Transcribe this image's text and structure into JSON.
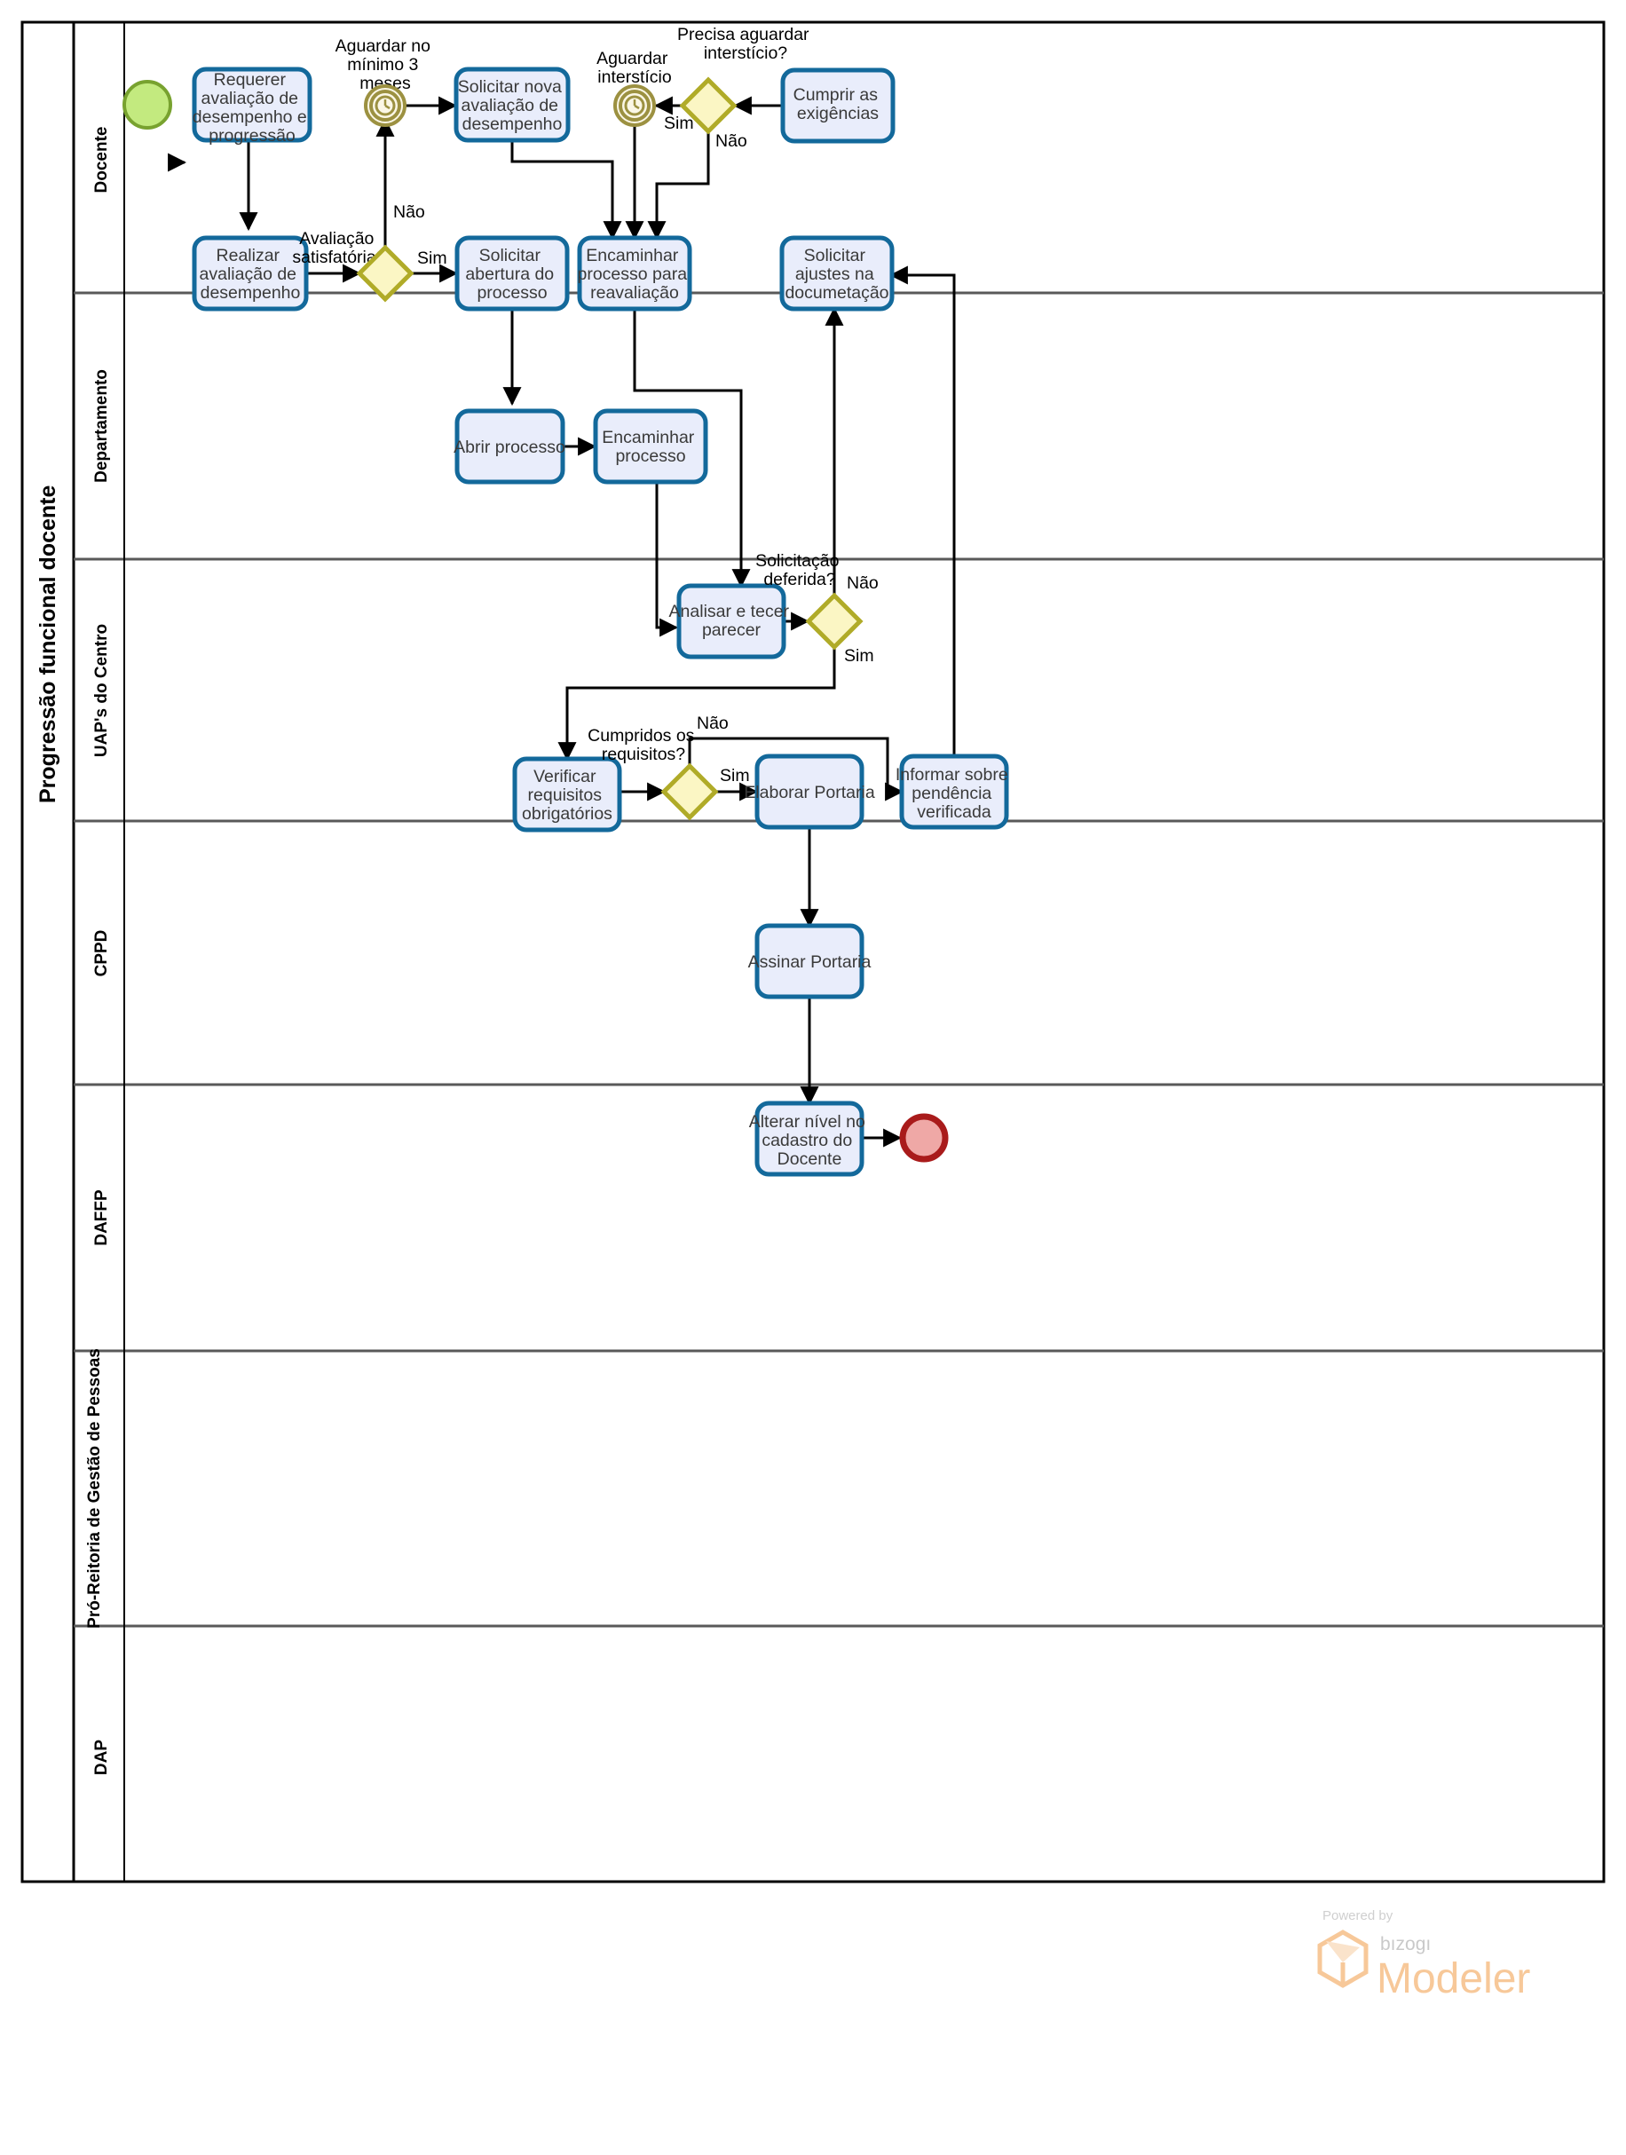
{
  "pool": {
    "title": "Progressão funcional docente"
  },
  "lanes": [
    {
      "id": "docente",
      "label": "Docente"
    },
    {
      "id": "departamento",
      "label": "Departamento"
    },
    {
      "id": "uaps",
      "label": "UAP's do Centro"
    },
    {
      "id": "cppd",
      "label": "CPPD"
    },
    {
      "id": "daffp",
      "label": "DAFFP"
    },
    {
      "id": "progep",
      "label": "Pró-Reitoria de Gestão de Pessoas"
    },
    {
      "id": "dap",
      "label": "DAP"
    }
  ],
  "events": {
    "start": {
      "name": "start-event",
      "label": ""
    },
    "timer1": {
      "name": "timer-event-3-meses",
      "label_lines": [
        "Aguardar no",
        "mínimo 3",
        "meses"
      ]
    },
    "timer2": {
      "name": "timer-event-intersticio",
      "label_lines": [
        "Aguardar",
        "interstício"
      ]
    },
    "end": {
      "name": "end-event",
      "label": ""
    }
  },
  "tasks": {
    "t_requerer": {
      "lines": [
        "Requerer",
        "avaliação de",
        "desempenho e",
        "progressão"
      ]
    },
    "t_solicitar_nova": {
      "lines": [
        "Solicitar nova",
        "avaliação de",
        "desempenho"
      ]
    },
    "t_cumprir": {
      "lines": [
        "Cumprir as",
        "exigências"
      ]
    },
    "t_realizar": {
      "lines": [
        "Realizar",
        "avaliação de",
        "desempenho"
      ]
    },
    "t_abertura": {
      "lines": [
        "Solicitar",
        "abertura do",
        "processo"
      ]
    },
    "t_encaminhar_reav": {
      "lines": [
        "Encaminhar",
        "processo para",
        "reavaliação"
      ]
    },
    "t_ajustes": {
      "lines": [
        "Solicitar",
        "ajustes na",
        "documetação"
      ]
    },
    "t_abrir": {
      "lines": [
        "Abrir processo"
      ]
    },
    "t_encaminhar": {
      "lines": [
        "Encaminhar",
        "processo"
      ]
    },
    "t_analisar": {
      "lines": [
        "Analisar e tecer",
        "parecer"
      ]
    },
    "t_verificar": {
      "lines": [
        "Verificar",
        "requisitos",
        "obrigatórios"
      ]
    },
    "t_elaborar": {
      "lines": [
        "Elaborar Portaria"
      ]
    },
    "t_informar": {
      "lines": [
        "Informar sobre",
        "pendência",
        "verificada"
      ]
    },
    "t_assinar": {
      "lines": [
        "Assinar Portaria"
      ]
    },
    "t_alterar": {
      "lines": [
        "Alterar nível no",
        "cadastro do",
        "Docente"
      ]
    }
  },
  "gateways": {
    "g_avaliacao": {
      "lines": [
        "Avaliação",
        "satisfatória?"
      ]
    },
    "g_intersticio": {
      "lines": [
        "Precisa aguardar",
        "interstício?"
      ]
    },
    "g_deferida": {
      "lines": [
        "Solicitação",
        "deferida?"
      ]
    },
    "g_requisitos": {
      "lines": [
        "Cumpridos os",
        "requisitos?"
      ]
    }
  },
  "flow_labels": {
    "sim": "Sim",
    "nao": "Não",
    "sim_avaliacao": "Sim",
    "nao_avaliacao": "Não",
    "sim_intersticio": "Sim",
    "nao_intersticio": "Não",
    "nao_deferida": "Não",
    "sim_deferida": "Sim",
    "sim_requisitos": "Sim",
    "nao_requisitos": "Não"
  },
  "credit": {
    "powered_by": "Powered by",
    "brand": "bızogı",
    "product": "Modeler"
  },
  "colors": {
    "task_fill": "#e9edfb",
    "task_stroke": "#13699b",
    "gateway_fill": "#fbf6c4",
    "gateway_stroke": "#b0ab28",
    "start_fill": "#c3ea7f",
    "start_stroke": "#78a22f",
    "end_fill": "#efa8a6",
    "end_stroke": "#a91b1b",
    "timer_stroke": "#9c9141",
    "flow_stroke": "#000000",
    "accent_modeler": "#f7c899"
  }
}
